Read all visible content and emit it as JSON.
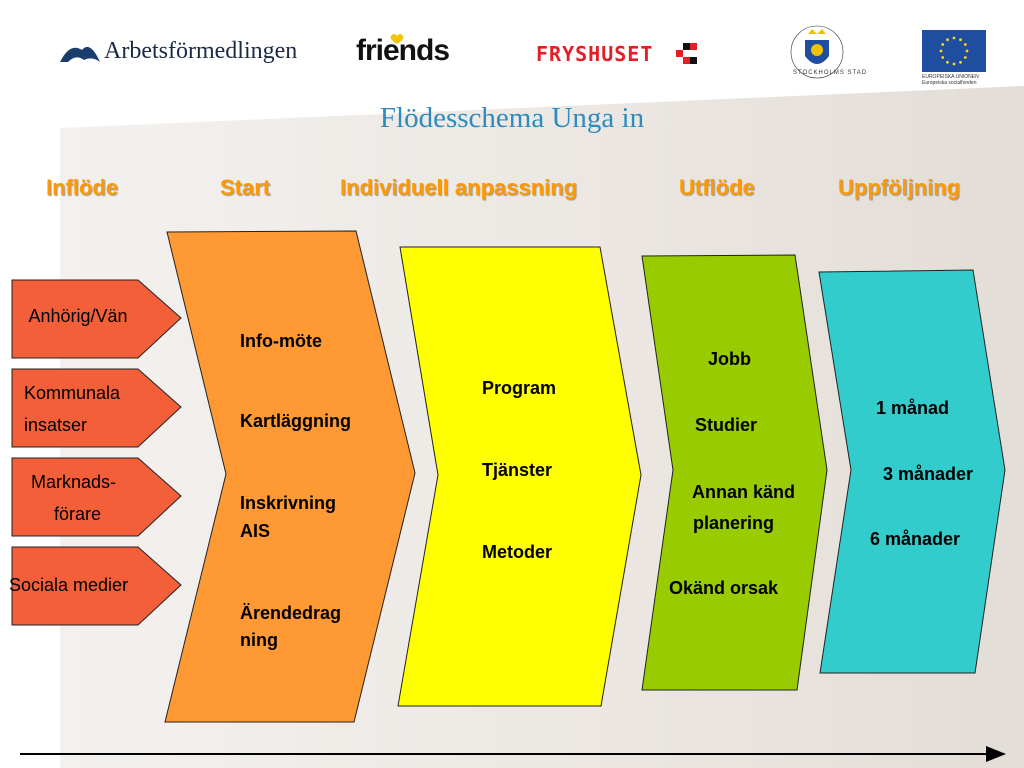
{
  "logos": {
    "arbetsformedlingen": "Arbetsförmedlingen",
    "friends": "friends",
    "fryshuset": "FRYSHUSET",
    "stockholm_seal": "STOCKHOLMS STAD",
    "eu_line1": "EUROPEISKA UNIONEN",
    "eu_line2": "Europeiska socialfonden"
  },
  "title": "Flödesschema Unga in",
  "headers": [
    "Inflöde",
    "Start",
    "Individuell anpassning",
    "Utflöde",
    "Uppföljning"
  ],
  "inflow": [
    {
      "lines": [
        "Anhörig/Vän"
      ]
    },
    {
      "lines": [
        "Kommunala",
        "insatser"
      ]
    },
    {
      "lines": [
        "Marknads-",
        "förare"
      ]
    },
    {
      "lines": [
        "Sociala medier"
      ]
    }
  ],
  "start": [
    "Info-möte",
    "Kartläggning",
    "Inskrivning",
    "AIS",
    "Ärendedrag",
    "ning"
  ],
  "individuell": [
    "Program",
    "Tjänster",
    "Metoder"
  ],
  "utflode": [
    "Jobb",
    "Studier",
    "Annan känd",
    "planering",
    "Okänd orsak"
  ],
  "uppfoljning": [
    "1 månad",
    "3 månader",
    "6 månader"
  ],
  "colors": {
    "inflow": "#f25f38",
    "start": "#ff9933",
    "individuell": "#ffff00",
    "utflode": "#99cc00",
    "uppfoljning": "#33cccc",
    "header": "#ff9900",
    "title": "#2e8bc0"
  }
}
